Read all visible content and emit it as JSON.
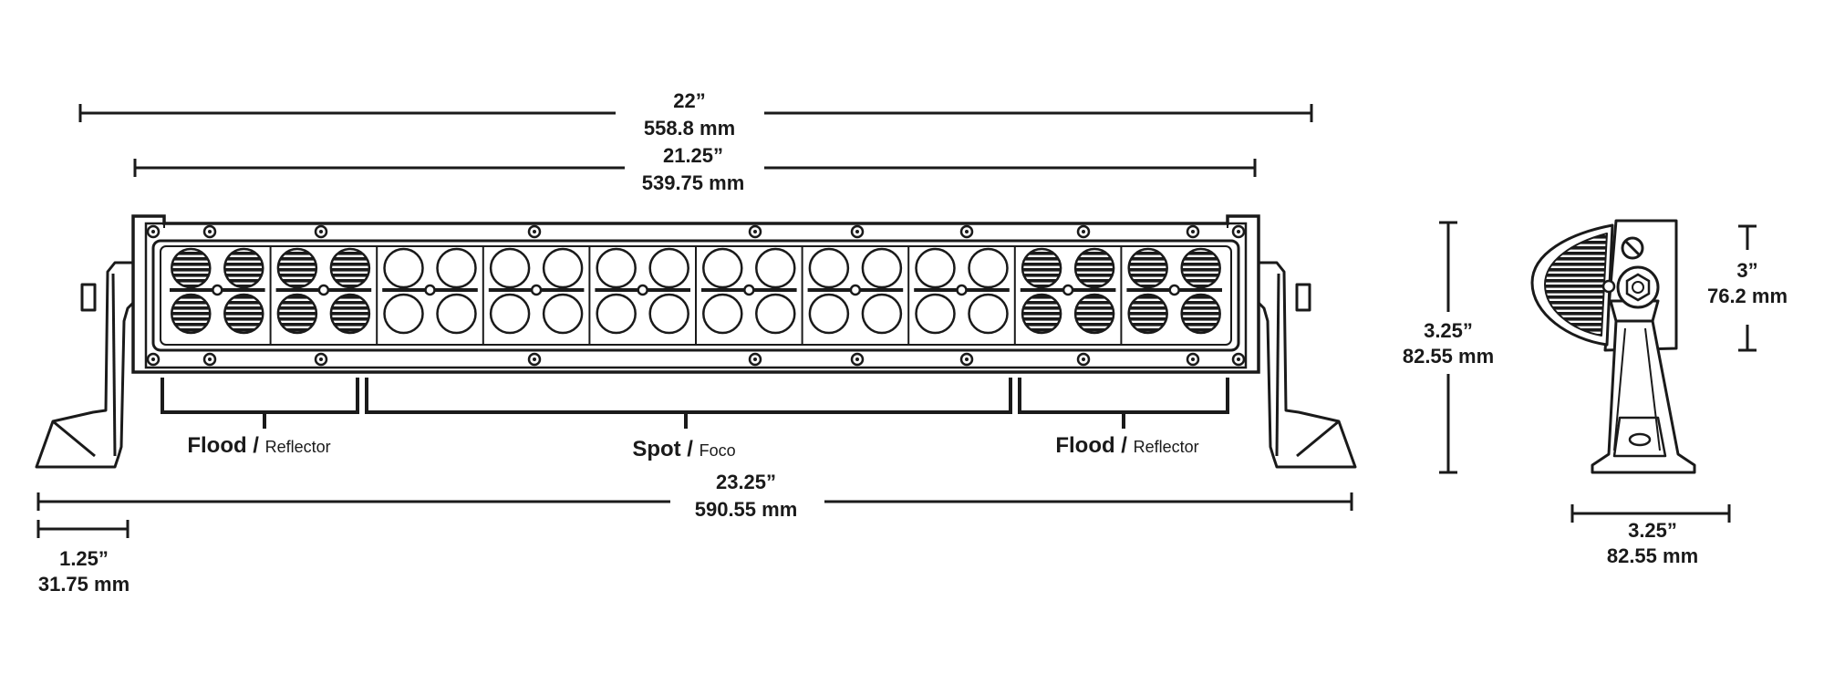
{
  "dimensions": {
    "overall_width": {
      "inches": "22”",
      "mm": "558.8 mm"
    },
    "inner_width": {
      "inches": "21.25”",
      "mm": "539.75 mm"
    },
    "mount_width": {
      "inches": "23.25”",
      "mm": "590.55 mm"
    },
    "foot_width": {
      "inches": "1.25”",
      "mm": "31.75 mm"
    },
    "front_height": {
      "inches": "3.25”",
      "mm": "82.55 mm"
    },
    "side_height": {
      "inches": "3”",
      "mm": "76.2 mm"
    },
    "side_depth": {
      "inches": "3.25”",
      "mm": "82.55 mm"
    }
  },
  "zones": [
    {
      "main": "Flood / ",
      "sub": "Reflector"
    },
    {
      "main": "Spot / ",
      "sub": "Foco"
    },
    {
      "main": "Flood / ",
      "sub": "Reflector"
    }
  ],
  "light_bar": {
    "segments": [
      "flood",
      "flood",
      "spot",
      "spot",
      "spot",
      "spot",
      "spot",
      "spot",
      "flood",
      "flood"
    ]
  },
  "colors": {
    "line": "#1a1a1a",
    "background": "#ffffff"
  }
}
